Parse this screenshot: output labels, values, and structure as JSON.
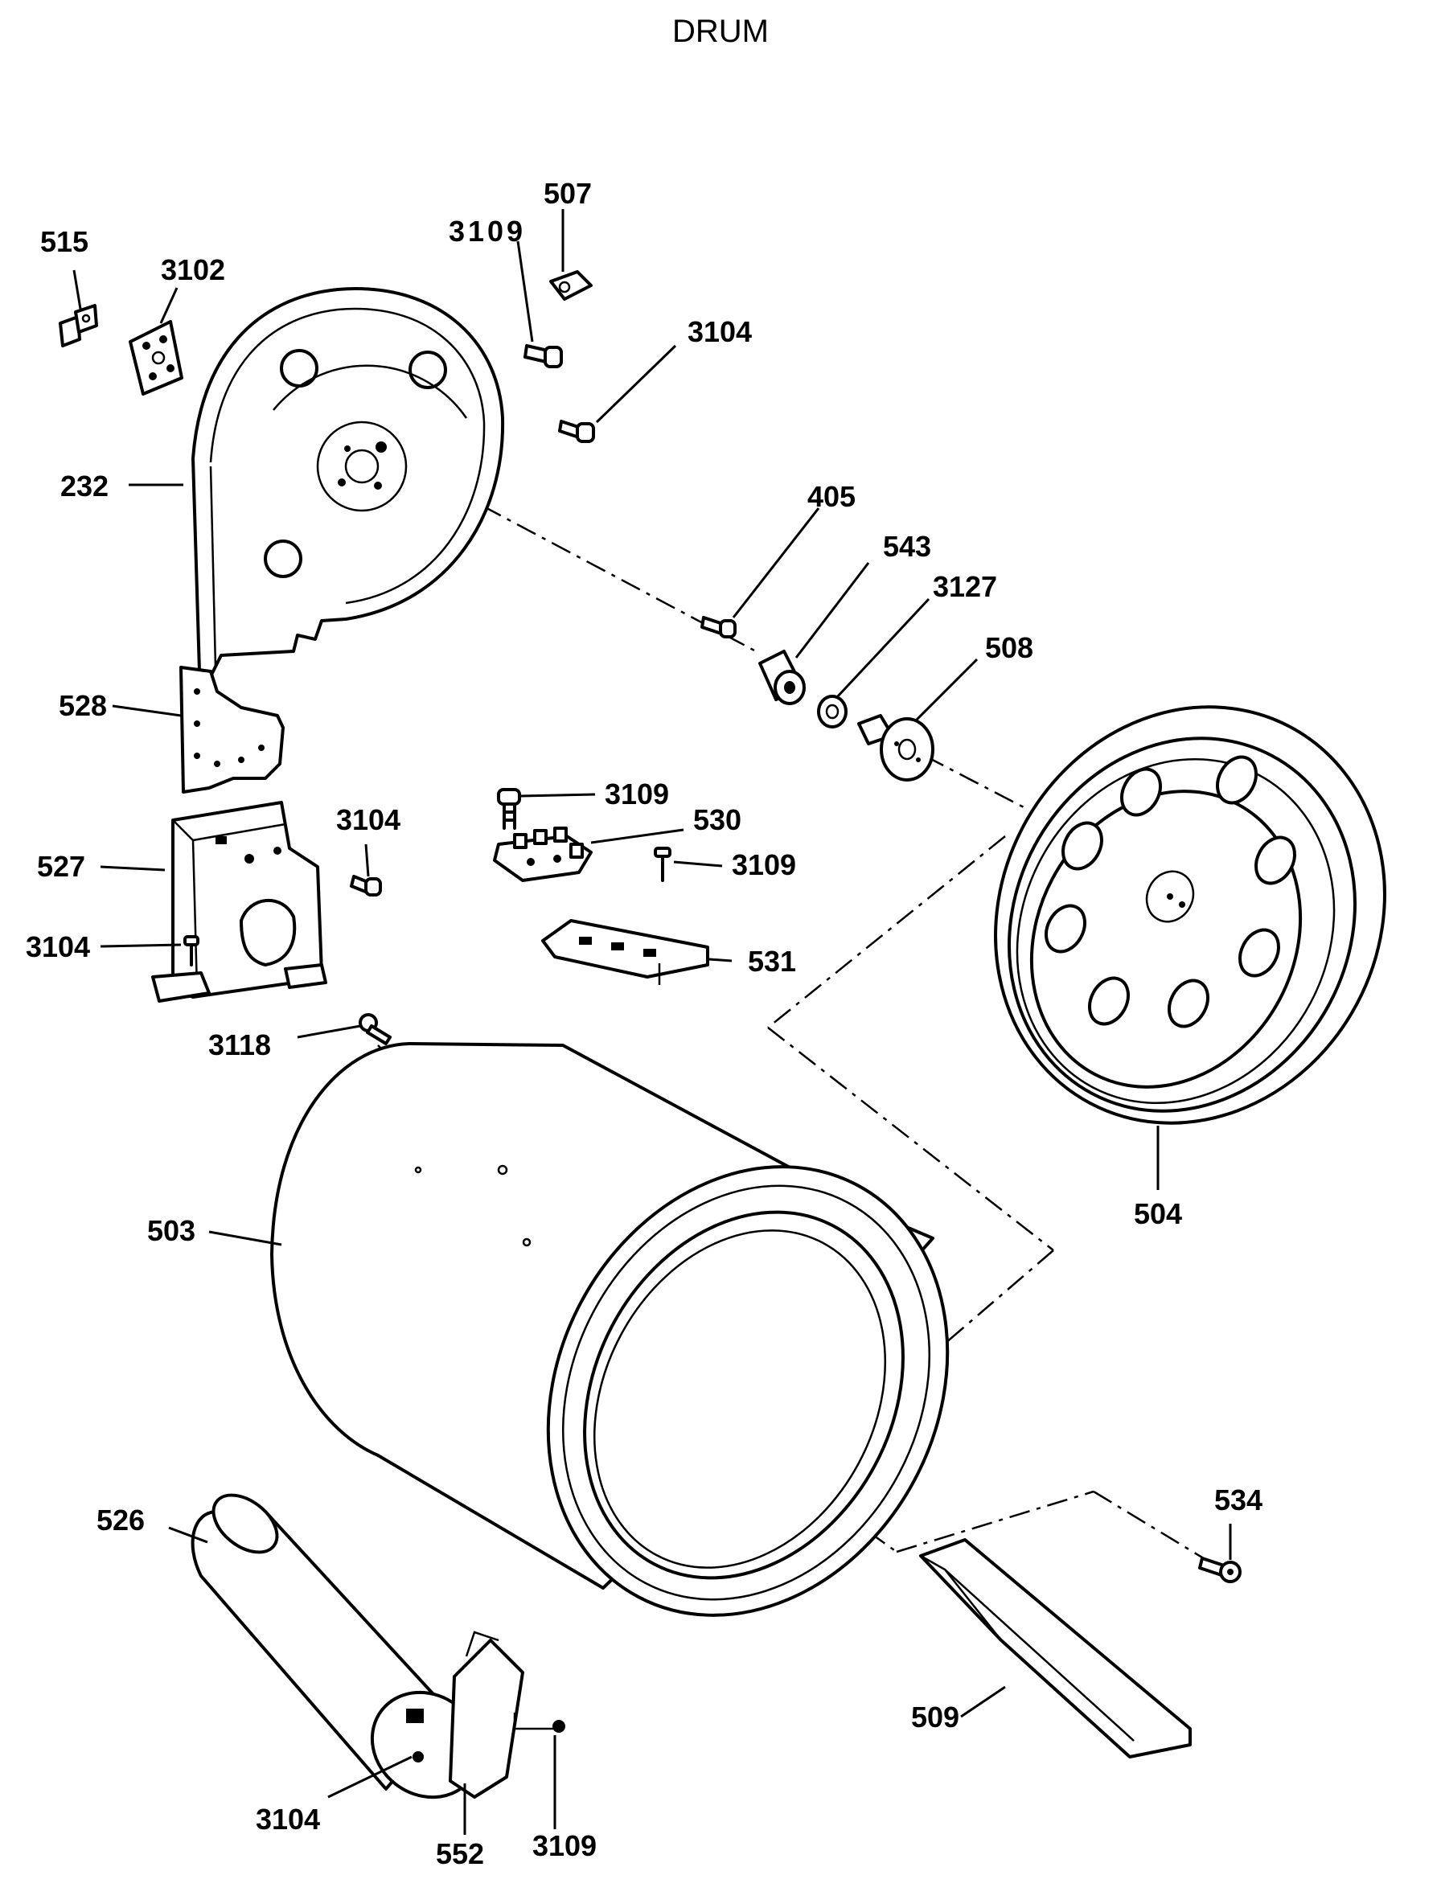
{
  "title": "DRUM",
  "labels": {
    "l515": "515",
    "l3102": "3102",
    "l3109_top": "3109",
    "l507": "507",
    "l3104_top": "3104",
    "l232": "232",
    "l405": "405",
    "l543": "543",
    "l3127": "3127",
    "l508": "508",
    "l528": "528",
    "l3104_mid": "3104",
    "l527": "527",
    "l3104_left": "3104",
    "l3109_mid": "3109",
    "l530": "530",
    "l3109_right": "3109",
    "l531": "531",
    "l3118": "3118",
    "l503": "503",
    "l504": "504",
    "l534": "534",
    "l526": "526",
    "l509": "509",
    "l3104_bottom": "3104",
    "l552": "552",
    "l3109_bottom": "3109"
  }
}
